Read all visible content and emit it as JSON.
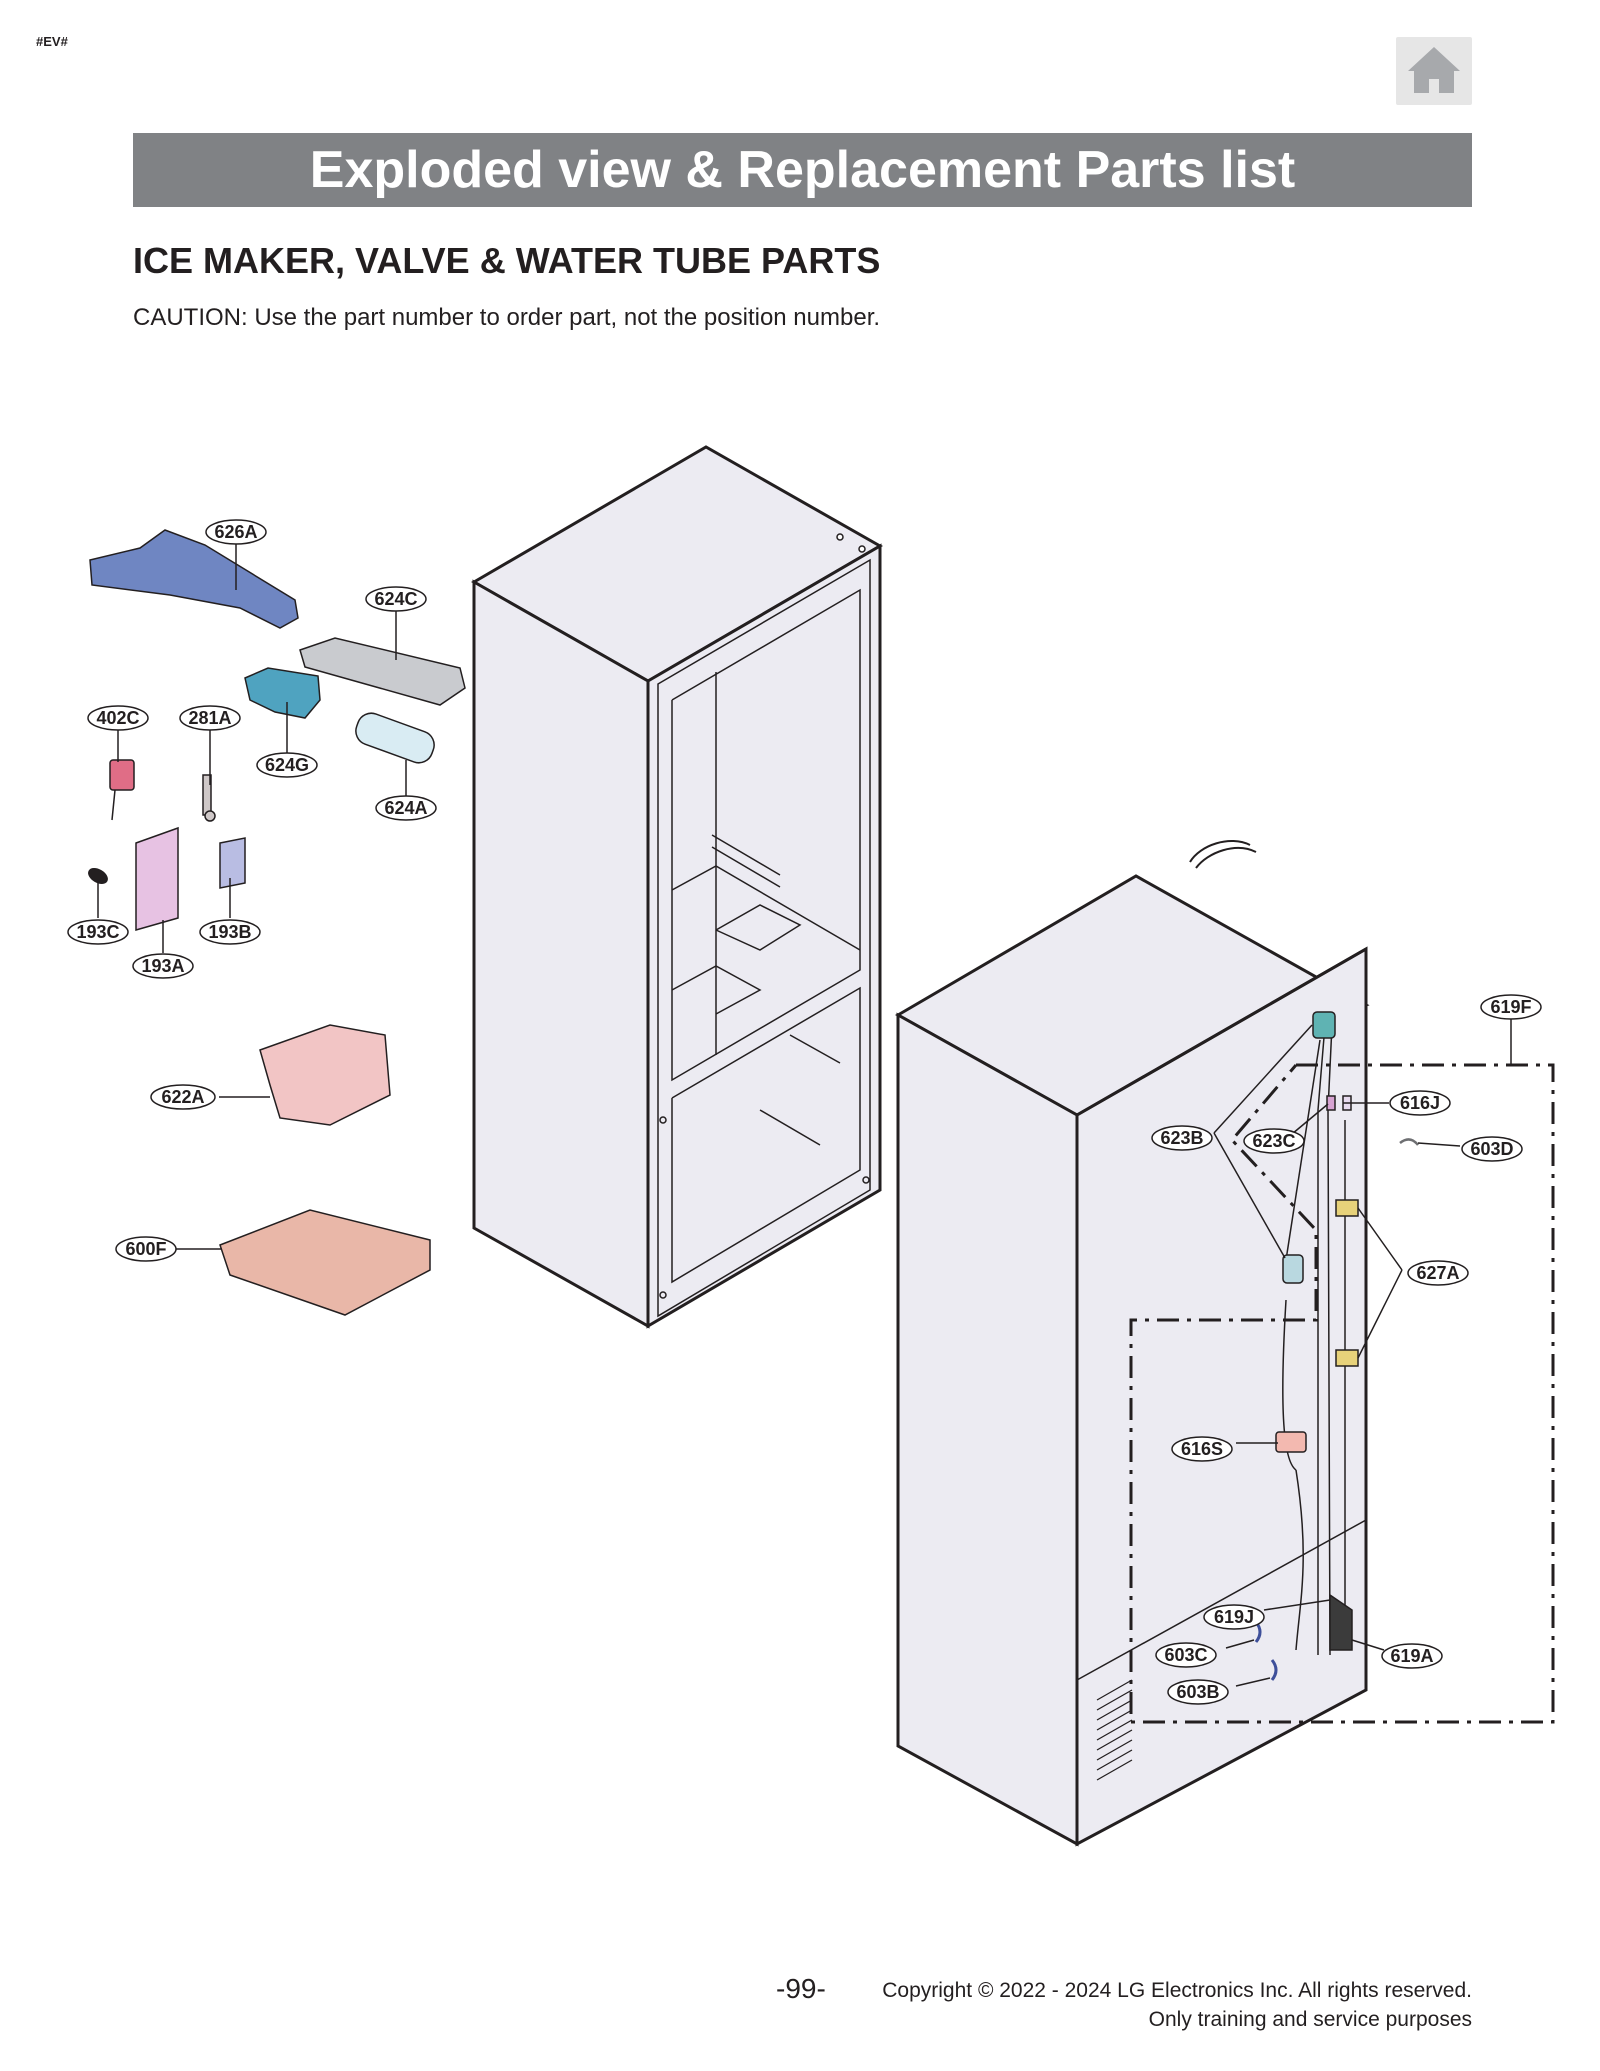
{
  "header": {
    "tag": "#EV#",
    "home_icon": "home-icon",
    "banner_title": "Exploded view & Replacement Parts list"
  },
  "section": {
    "title": "ICE MAKER, VALVE & WATER TUBE PARTS",
    "caution": "CAUTION: Use the part number to order part, not the position number."
  },
  "callouts": [
    {
      "id": "626A",
      "label": "626A"
    },
    {
      "id": "624C",
      "label": "624C"
    },
    {
      "id": "402C",
      "label": "402C"
    },
    {
      "id": "281A",
      "label": "281A"
    },
    {
      "id": "624G",
      "label": "624G"
    },
    {
      "id": "624A",
      "label": "624A"
    },
    {
      "id": "193C",
      "label": "193C"
    },
    {
      "id": "193B",
      "label": "193B"
    },
    {
      "id": "193A",
      "label": "193A"
    },
    {
      "id": "622A",
      "label": "622A"
    },
    {
      "id": "600F",
      "label": "600F"
    },
    {
      "id": "619F",
      "label": "619F"
    },
    {
      "id": "616J",
      "label": "616J"
    },
    {
      "id": "623B",
      "label": "623B"
    },
    {
      "id": "623C",
      "label": "623C"
    },
    {
      "id": "603D",
      "label": "603D"
    },
    {
      "id": "627A",
      "label": "627A"
    },
    {
      "id": "616S",
      "label": "616S"
    },
    {
      "id": "619J",
      "label": "619J"
    },
    {
      "id": "603C",
      "label": "603C"
    },
    {
      "id": "619A",
      "label": "619A"
    },
    {
      "id": "603B",
      "label": "603B"
    }
  ],
  "footer": {
    "page_number": "-99-",
    "copyright_line1": "Copyright © 2022 - 2024 LG Electronics Inc. All rights reserved.",
    "copyright_line2": "Only training and service purposes"
  },
  "colors": {
    "banner": "#808285",
    "cabinet": "#eceaf2",
    "callout_fill": "#ffffff"
  }
}
